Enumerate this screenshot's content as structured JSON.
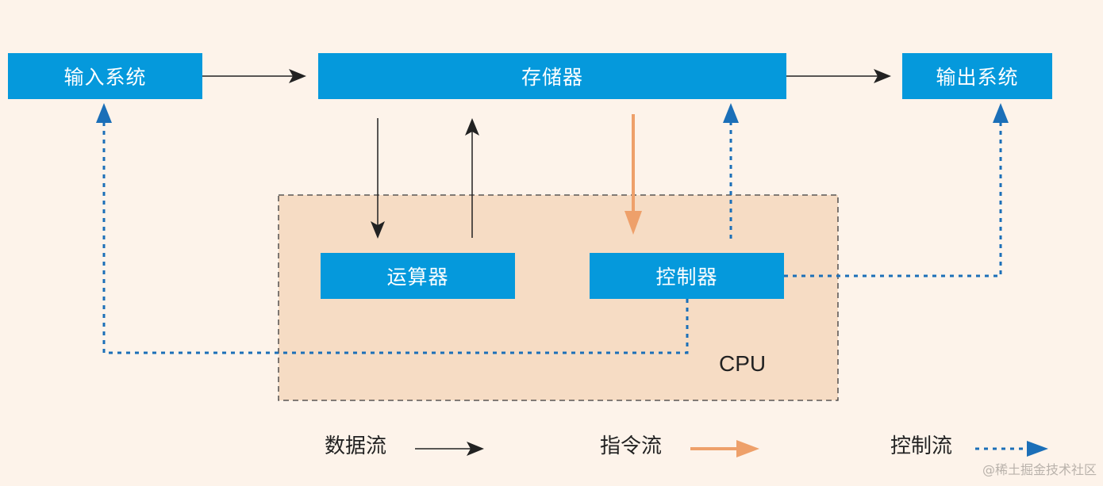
{
  "boxes": {
    "input": "输入系统",
    "memory": "存储器",
    "output": "输出系统",
    "alu": "运算器",
    "controller": "控制器"
  },
  "cpu_label": "CPU",
  "legend": {
    "data_flow": "数据流",
    "instruction_flow": "指令流",
    "control_flow": "控制流"
  },
  "watermark": "@稀土掘金技术社区",
  "colors": {
    "box_fill": "#0599dc",
    "data_arrow": "#222222",
    "instruction_arrow": "#eea06a",
    "control_arrow": "#1b6fb8",
    "cpu_region": "#f6dcc4",
    "background": "#fdf3ea"
  }
}
